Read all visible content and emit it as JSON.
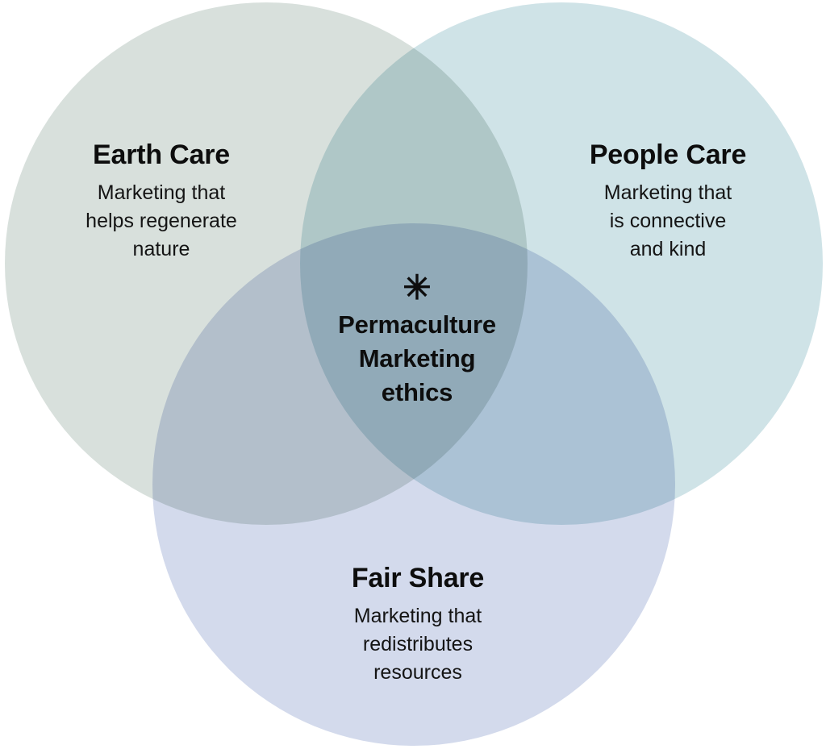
{
  "diagram": {
    "type": "venn",
    "title": "Permaculture Marketing ethics",
    "background_color": "#ffffff",
    "blend_mode": "multiply",
    "sets": [
      {
        "key": "earth_care",
        "title": "Earth Care",
        "description": "Marketing that helps regenerate nature",
        "description_lines": [
          "Marketing that",
          "helps regenerate",
          "nature"
        ],
        "color": "#d8e0dc",
        "position": "top-left"
      },
      {
        "key": "people_care",
        "title": "People Care",
        "description": "Marketing that is connective and kind",
        "description_lines": [
          "Marketing that",
          "is connective",
          "and kind"
        ],
        "color": "#cfe3e7",
        "position": "top-right"
      },
      {
        "key": "fair_share",
        "title": "Fair Share",
        "description": "Marketing that redistributes resources",
        "description_lines": [
          "Marketing that",
          "redistributes",
          "resources"
        ],
        "color": "#d3daec",
        "position": "bottom"
      }
    ],
    "intersections": [
      {
        "key": "earth_people",
        "sets": [
          "earth_care",
          "people_care"
        ],
        "color": "#b4d0cd"
      },
      {
        "key": "earth_fair",
        "sets": [
          "earth_care",
          "fair_share"
        ],
        "color": "#bdcadb"
      },
      {
        "key": "people_fair",
        "sets": [
          "people_care",
          "fair_share"
        ],
        "color": "#b7cde0"
      },
      {
        "key": "all_three",
        "sets": [
          "earth_care",
          "people_care",
          "fair_share"
        ],
        "color": "#a8c4d6"
      }
    ],
    "center": {
      "symbol": "✳",
      "symbol_name": "asterisk-icon",
      "title_lines": [
        "Permaculture",
        "Marketing",
        "ethics"
      ],
      "line1": "Permaculture",
      "line2": "Marketing",
      "line3": "ethics"
    }
  }
}
